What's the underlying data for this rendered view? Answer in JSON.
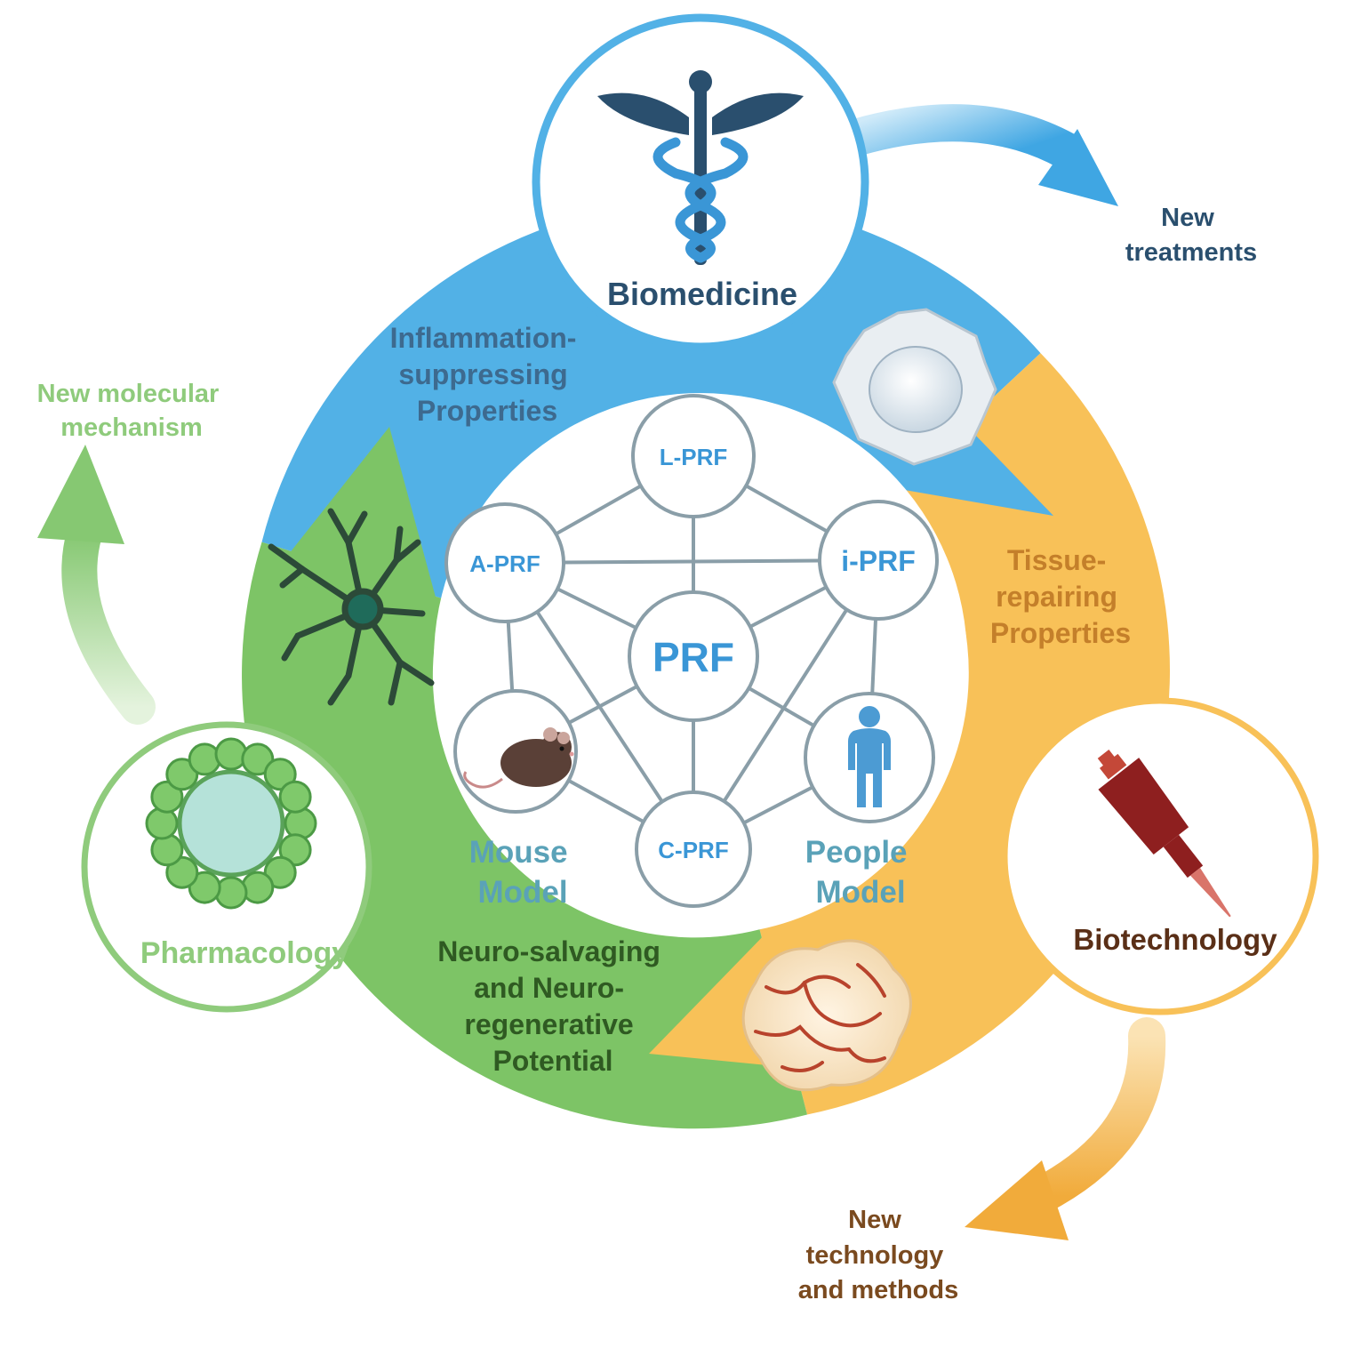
{
  "colors": {
    "blue": "#52b1e6",
    "orange": "#f8c158",
    "green": "#7dc466",
    "node_text": "#3a96d6",
    "edge": "#8a9ea8"
  },
  "hubs": {
    "biomedicine": {
      "label": "Biomedicine",
      "icon": "caduceus-icon"
    },
    "pharmacology": {
      "label": "Pharmacology",
      "icon": "liposome-icon"
    },
    "biotechnology": {
      "label": "Biotechnology",
      "icon": "pipette-icon"
    }
  },
  "segments": {
    "blue": [
      "Inflammation-",
      "suppressing",
      "Properties"
    ],
    "orange": [
      "Tissue-",
      "repairing",
      "Properties"
    ],
    "green": [
      "Neuro-salvaging",
      "and Neuro-",
      "regenerative",
      "Potential"
    ]
  },
  "outcomes": {
    "treatments": [
      "New",
      "treatments"
    ],
    "mechanism": [
      "New molecular",
      "mechanism"
    ],
    "technology": [
      "New",
      "technology",
      "and methods"
    ]
  },
  "network": {
    "center": "PRF",
    "nodes": {
      "lprf": "L-PRF",
      "aprf": "A-PRF",
      "iprf": "i-PRF",
      "cprf": "C-PRF"
    },
    "mouse_model": [
      "Mouse",
      "Model"
    ],
    "people_model": [
      "People",
      "Model"
    ]
  },
  "decor_icons": [
    "white-blood-cell-icon",
    "neuron-icon",
    "vascular-tissue-icon",
    "mouse-icon",
    "person-icon"
  ]
}
